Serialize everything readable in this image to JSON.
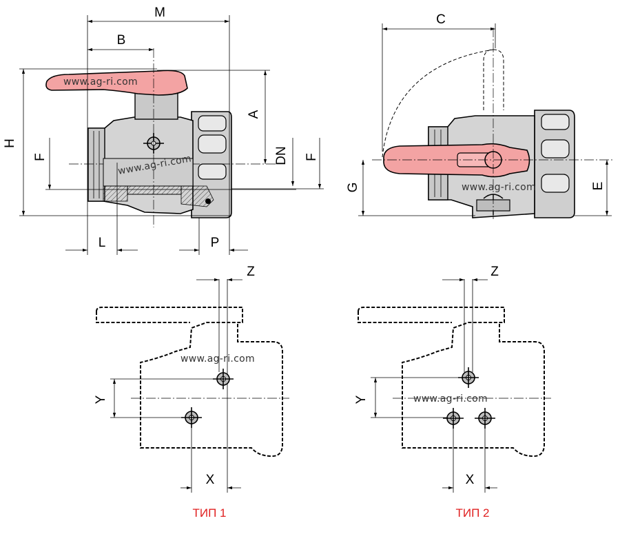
{
  "dimensions": {
    "M": "M",
    "B": "B",
    "H": "H",
    "A": "A",
    "F_left": "F",
    "DN": "DN",
    "F_right": "F",
    "L": "L",
    "P": "P",
    "C": "C",
    "G": "G",
    "E": "E",
    "Z_1": "Z",
    "Y_1": "Y",
    "X_1": "X",
    "Z_2": "Z",
    "Y_2": "Y",
    "X_2": "X"
  },
  "watermarks": {
    "wm1": "www.ag-ri.com",
    "wm2": "www.ag-ri.com",
    "wm3": "www.ag-ri.com",
    "wm4": "www.ag-ri.com",
    "wm5": "www.ag-ri.com"
  },
  "captions": {
    "type1": "ТИП 1",
    "type2": "ТИП 2"
  },
  "colors": {
    "handle": "#f3a3a3",
    "body": "#d6d6d6",
    "body_dark": "#bdbdbd",
    "caption": "#e02020"
  }
}
